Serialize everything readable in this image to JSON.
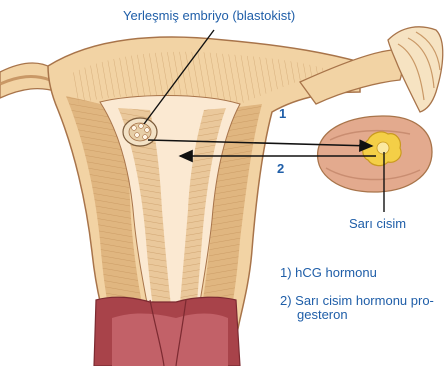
{
  "labels": {
    "embryo": "Yerleşmiş embriyo (blastokist)",
    "corpus_luteum": "Sarı cisim",
    "arrow_1": "1",
    "arrow_2": "2"
  },
  "legend": {
    "item_1": "1) hCG hormonu",
    "item_2_line_1": "2) Sarı cisim hormonu pro-",
    "item_2_line_2": "gesteron"
  },
  "colors": {
    "label_text": "#1f5ea8",
    "tissue": "#f2d3a4",
    "muscle": "#ddb07a",
    "muscle_line": "#b9874f",
    "cavity": "#fbe9d2",
    "ovary": "#e3aa8e",
    "cervix": "#a8434a",
    "corpus_luteum": "#f4cf47",
    "arrow": "#111111"
  }
}
